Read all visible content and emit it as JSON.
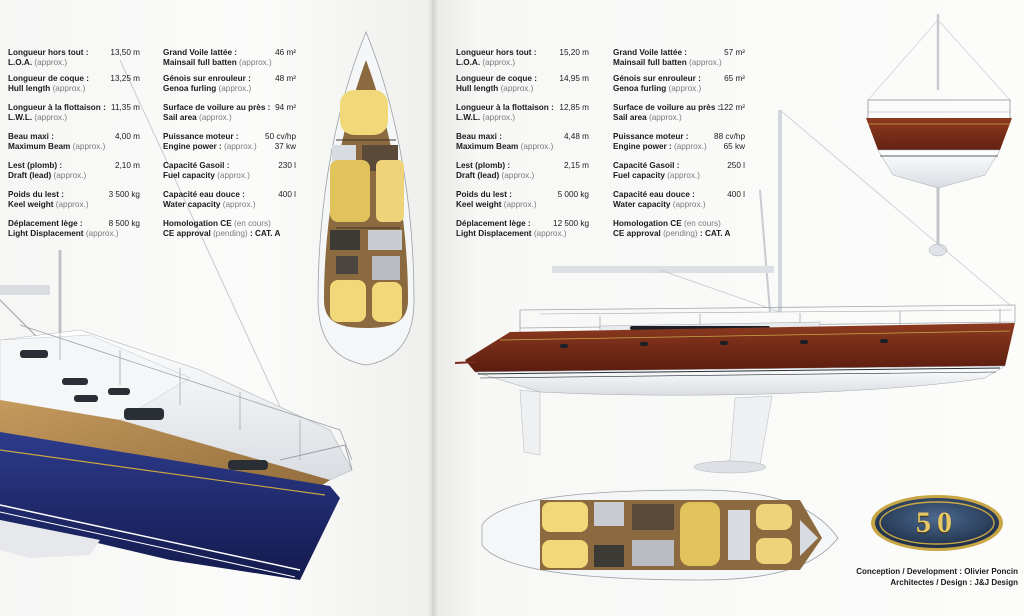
{
  "left_specs": {
    "col1": [
      {
        "fr": "Longueur hors tout :",
        "en": "L.O.A.",
        "approx": "(approx.)",
        "en_bold": true,
        "val": "13,50 m"
      },
      {
        "fr": "Longueur de coque :",
        "en": "Hull length",
        "approx": "(approx.)",
        "val": "13,25 m"
      },
      {
        "fr": "Longueur à la flottaison :",
        "en": "L.W.L.",
        "approx": "(approx.)",
        "val": "11,35 m"
      },
      {
        "fr": "Beau maxi :",
        "en": "Maximum Beam",
        "approx": "(approx.)",
        "val": "4,00 m"
      },
      {
        "fr": "Lest (plomb) :",
        "en": "Draft (lead)",
        "approx": "(approx.)",
        "val": "2,10 m"
      },
      {
        "fr": "Poids du lest :",
        "en": "Keel weight",
        "approx": "(approx.)",
        "val": "3 500 kg"
      },
      {
        "fr": "Déplacement lège :",
        "en": "Light Displacement",
        "approx": "(approx.)",
        "val": "8 500 kg"
      }
    ],
    "col2": [
      {
        "fr": "Grand Voile lattée :",
        "en": "Mainsail full batten",
        "approx": "(approx.)",
        "val": "46 m²"
      },
      {
        "fr": "Génois sur enrouleur :",
        "en": "Genoa furling",
        "approx": "(approx.)",
        "val": "48 m²"
      },
      {
        "fr": "Surface de voilure au près :",
        "en": "Sail area",
        "approx": "(approx.)",
        "val": "94 m²"
      },
      {
        "fr": "Puissance moteur :",
        "en": "Engine power :",
        "approx": "(approx.)",
        "val": "50 cv/hp",
        "val2": "37 kw"
      },
      {
        "fr": "Capacité Gasoil :",
        "en": "Fuel capacity",
        "approx": "(approx.)",
        "val": "230 l"
      },
      {
        "fr": "Capacité eau douce :",
        "en": "Water capacity",
        "approx": "(approx.)",
        "val": "400 l"
      },
      {
        "fr": "Homologation CE",
        "fr_note": "(en cours)",
        "en": "CE approval",
        "approx": "(pending)",
        "en_tail": ": CAT. A",
        "val": ""
      }
    ]
  },
  "right_specs": {
    "col1": [
      {
        "fr": "Longueur hors tout :",
        "en": "L.O.A.",
        "approx": "(approx.)",
        "val": "15,20 m"
      },
      {
        "fr": "Longueur de coque :",
        "en": "Hull length",
        "approx": "(approx.)",
        "val": "14,95 m"
      },
      {
        "fr": "Longueur à la flottaison :",
        "en": "L.W.L.",
        "approx": "(approx.)",
        "val": "12,85 m"
      },
      {
        "fr": "Beau maxi :",
        "en": "Maximum Beam",
        "approx": "(approx.)",
        "val": "4,48 m"
      },
      {
        "fr": "Lest (plomb) :",
        "en": "Draft (lead)",
        "approx": "(approx.)",
        "val": "2,15 m"
      },
      {
        "fr": "Poids du lest :",
        "en": "Keel weight",
        "approx": "(approx.)",
        "val": "5 000 kg"
      },
      {
        "fr": "Déplacement lège :",
        "en": "Light Displacement",
        "approx": "(approx.)",
        "val": "12 500 kg"
      }
    ],
    "col2": [
      {
        "fr": "Grand Voile lattée :",
        "en": "Mainsail full batten",
        "approx": "(approx.)",
        "val": "57 m²"
      },
      {
        "fr": "Génois sur enrouleur :",
        "en": "Genoa furling",
        "approx": "(approx.)",
        "val": "65 m²"
      },
      {
        "fr": "Surface de voilure au près :",
        "en": "Sail area",
        "approx": "(approx.)",
        "val": "122 m²"
      },
      {
        "fr": "Puissance moteur :",
        "en": "Engine power :",
        "approx": "(approx.)",
        "val": "88 cv/hp",
        "val2": "65 kw"
      },
      {
        "fr": "Capacité Gasoil :",
        "en": "Fuel capacity",
        "approx": "(approx.)",
        "val": "250 l"
      },
      {
        "fr": "Capacité eau douce :",
        "en": "Water capacity",
        "approx": "(approx.)",
        "val": "400 l"
      },
      {
        "fr": "Homologation CE",
        "fr_note": "(en cours)",
        "en": "CE approval",
        "approx": "(pending)",
        "en_tail": ": CAT. A",
        "val": ""
      }
    ]
  },
  "badge": {
    "model": "50"
  },
  "credits": {
    "line1": "Conception / Development : Olivier Poncin",
    "line2": "Architectes / Design : J&J Design"
  },
  "colors": {
    "hull_blue": "#1f2a6e",
    "hull_red": "#7a2a18",
    "deck_teak": "#b48a52",
    "badge_gold": "#c9a644"
  }
}
